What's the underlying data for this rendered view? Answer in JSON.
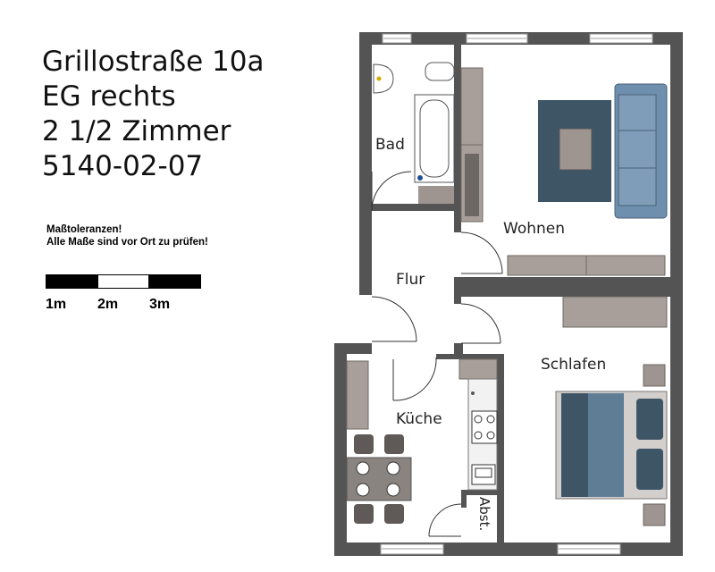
{
  "header": {
    "lines": [
      "Grillostraße 10a",
      "EG rechts",
      "2 1/2 Zimmer",
      "5140-02-07"
    ]
  },
  "notes": {
    "lines": [
      "Maßtoleranzen!",
      "Alle Maße sind vor Ort zu prüfen!"
    ]
  },
  "scale": {
    "labels": [
      "1m",
      "2m",
      "3m"
    ]
  },
  "rooms": {
    "bad": "Bad",
    "wohnen": "Wohnen",
    "flur": "Flur",
    "schlafen": "Schlafen",
    "kueche": "Küche",
    "abst": "Abst."
  },
  "colors": {
    "wall": "#545454",
    "furniture_taupe": "#a89f9a",
    "rug_navy": "#3e5566",
    "sofa_blue": "#7f9db8",
    "bed_blue": "#5f7e96",
    "window_grey": "#cfcfcf"
  }
}
